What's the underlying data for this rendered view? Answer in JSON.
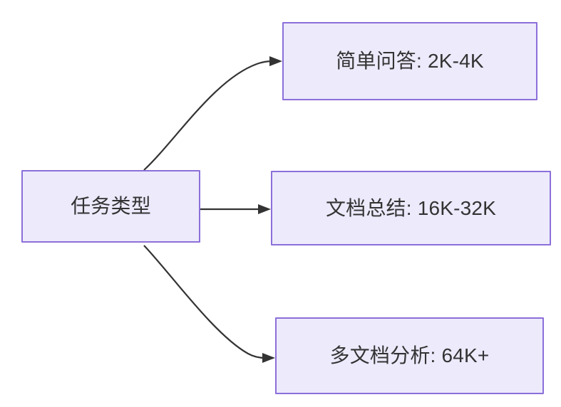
{
  "diagram": {
    "type": "flowchart",
    "direction": "left-to-right",
    "background_color": "#ffffff",
    "node_fill_color": "#ECEAFB",
    "node_border_color": "#8C6FDA",
    "node_text_color": "#333333",
    "edge_color": "#333333",
    "nodes": [
      {
        "id": "root",
        "label": "任务类型"
      },
      {
        "id": "simple_qa",
        "label": "简单问答: 2K-4K"
      },
      {
        "id": "doc_summary",
        "label": "文档总结: 16K-32K"
      },
      {
        "id": "multi_doc",
        "label": "多文档分析: 64K+"
      }
    ],
    "edges": [
      {
        "from": "root",
        "to": "simple_qa",
        "label": "",
        "style": "curved-arrow"
      },
      {
        "from": "root",
        "to": "doc_summary",
        "label": "",
        "style": "straight-arrow"
      },
      {
        "from": "root",
        "to": "multi_doc",
        "label": "",
        "style": "curved-arrow"
      }
    ]
  }
}
